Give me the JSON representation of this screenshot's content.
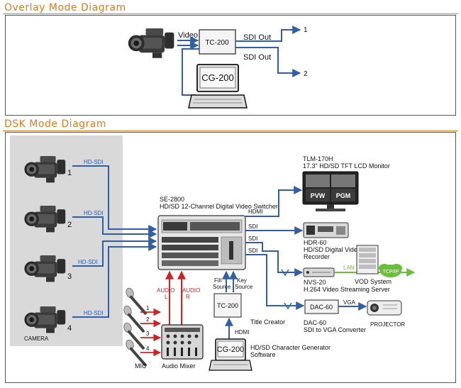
{
  "overlay": {
    "title": "Overlay Mode Diagram",
    "video_label": "Video",
    "tc200": "TC-200",
    "sdi_out_1": "SDI Out",
    "sdi_out_2": "SDI Out",
    "out_1": "1",
    "out_2": "2",
    "cg200": "CG-200"
  },
  "dsk": {
    "title": "DSK Mode Diagram",
    "hdsdi": [
      "HD-SDI",
      "HD-SDI",
      "HD-SDI",
      "HD-SDI"
    ],
    "cam_nums": [
      "1",
      "2",
      "3",
      "4"
    ],
    "camera_label": "CAMERA",
    "switcher_model": "SE-2800",
    "switcher_desc": "HD/SD 12-Channel Digital Video Switcher",
    "hdmi_out": "HDMI",
    "sdi_out": [
      "SDI",
      "SDI",
      "SDI"
    ],
    "monitor_model": "TLM-170H",
    "monitor_desc": "17.3\"  HD/SD TFT LCD Monitor",
    "pvw": "PVW",
    "pgm": "PGM",
    "recorder_model": "HDR-60",
    "recorder_desc1": "HD/SD Digital Video",
    "recorder_desc2": "Recorder",
    "nvs_model": "NVS-20",
    "nvs_desc": "H.264 Video Streaming Server",
    "lan": "LAN",
    "tcpip": "TCP/IP",
    "vod": "VOD System",
    "dac_box": "DAC-60",
    "vga": "VGA",
    "dac_model": "DAC-60",
    "dac_desc": "SDI to VGA Converter",
    "projector": "PROJECTOR",
    "audio_l1": "AUDIO",
    "audio_l2": "L",
    "audio_r1": "AUDIO",
    "audio_r2": "R",
    "fill1": "Fill",
    "fill2": "Source",
    "key1": "Key",
    "key2": "Source",
    "tc200": "TC-200",
    "title_creator": "Title Creator",
    "hdmi_in": "HDMI",
    "cg200": "CG-200",
    "cg_desc1": "HD/SD Character Generator",
    "cg_desc2": "Software",
    "mic_nums": [
      "1",
      "2",
      "3",
      "4"
    ],
    "mic": "MIC",
    "mixer": "Audio Mixer"
  },
  "colors": {
    "accent": "#e07b1c",
    "signal_blue": "#2e5fa8",
    "audio_red": "#d42020",
    "lan_green": "#6abf3a",
    "panel_gray": "#d9d9d9"
  }
}
